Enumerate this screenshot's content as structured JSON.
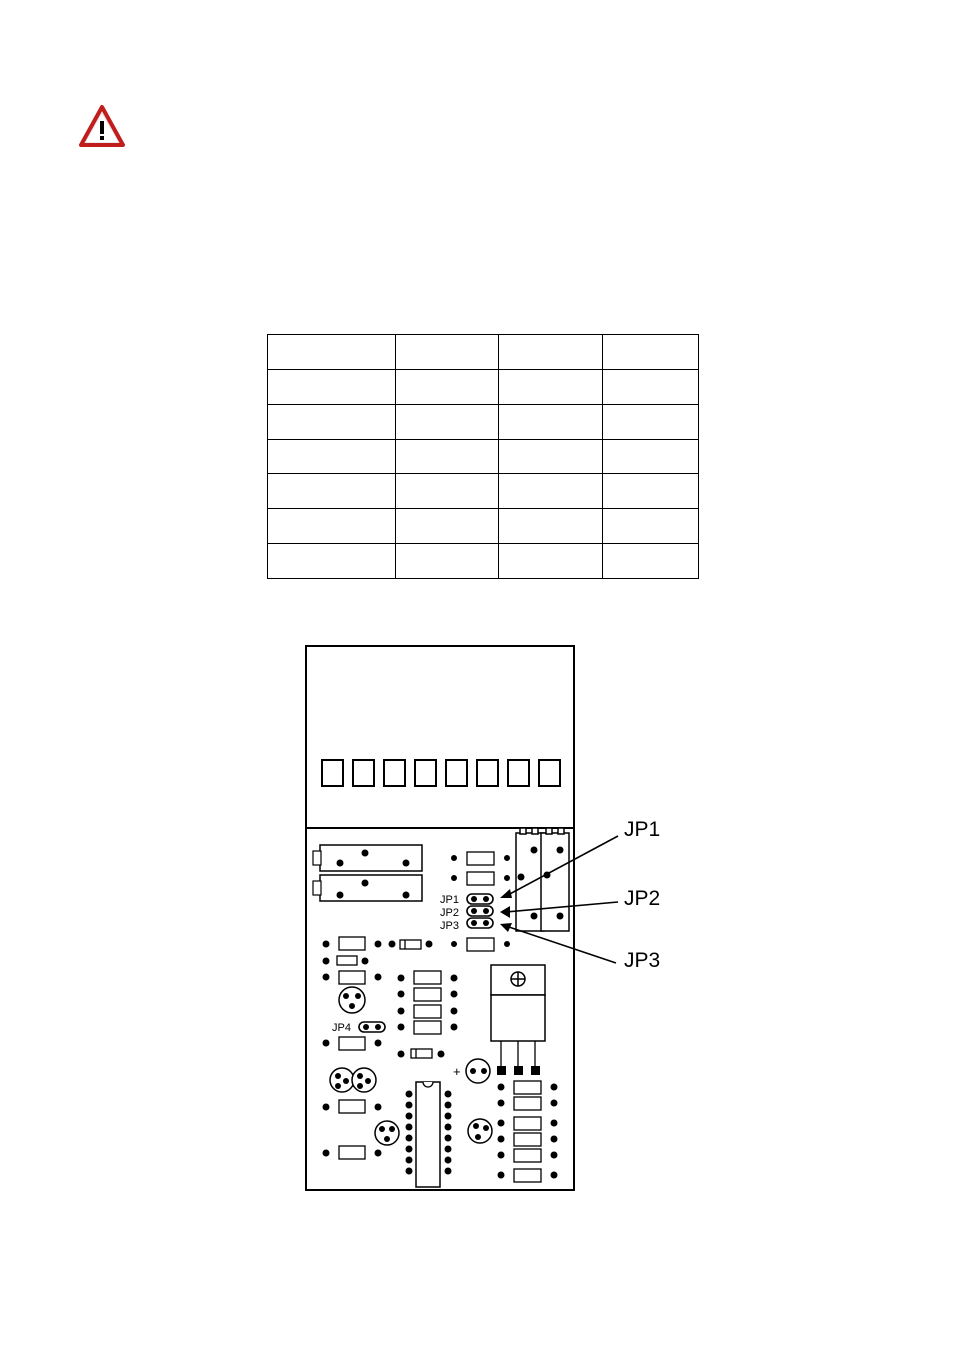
{
  "warning": {
    "icon": "warning-triangle-icon",
    "color": "#d42020"
  },
  "table": {
    "columns": 4,
    "rows": [
      [
        "",
        "",
        "",
        ""
      ],
      [
        "",
        "",
        "",
        ""
      ],
      [
        "",
        "",
        "",
        ""
      ],
      [
        "",
        "",
        "",
        ""
      ],
      [
        "",
        "",
        "",
        ""
      ],
      [
        "",
        "",
        "",
        ""
      ],
      [
        "",
        "",
        "",
        ""
      ]
    ]
  },
  "pcb": {
    "callouts": {
      "jp1": "JP1",
      "jp2": "JP2",
      "jp3": "JP3"
    },
    "board_labels": {
      "jp1": "JP1",
      "jp2": "JP2",
      "jp3": "JP3",
      "jp4": "JP4",
      "plus": "+"
    }
  }
}
